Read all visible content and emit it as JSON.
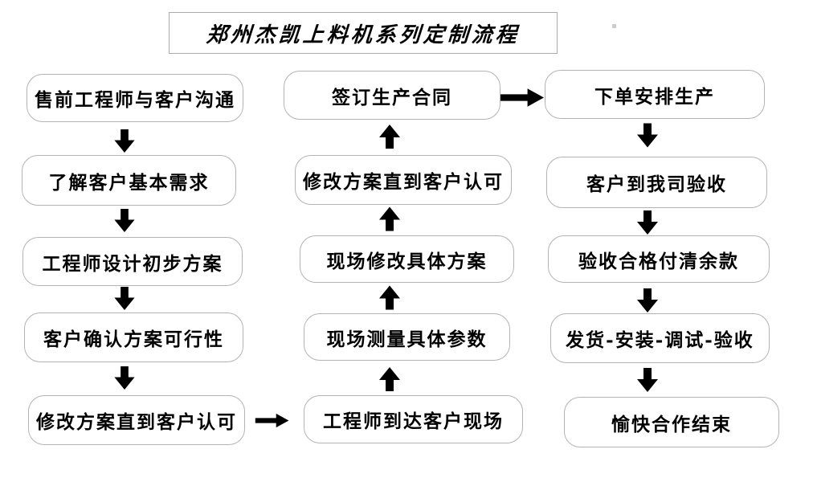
{
  "title": "郑州杰凯上料机系列定制流程",
  "nodes": {
    "left": [
      "售前工程师与客户沟通",
      "了解客户基本需求",
      "工程师设计初步方案",
      "客户确认方案可行性",
      "修改方案直到客户认可"
    ],
    "middle": [
      "签订生产合同",
      "修改方案直到客户认可",
      "现场修改具体方案",
      "现场测量具体参数",
      "工程师到达客户现场"
    ],
    "right": [
      "下单安排生产",
      "客户到我司验收",
      "验收合格付清余款",
      "发货-安装-调试-验收",
      "愉快合作结束"
    ]
  },
  "arrows": {
    "left_column_direction": "down",
    "middle_column_direction": "up",
    "right_column_direction": "down",
    "left_bottom_to_middle_bottom": "right",
    "middle_top_to_right_top": "right"
  },
  "icons": {
    "down_arrow": "⇩",
    "up_arrow": "⇧",
    "right_arrow": "⇨"
  },
  "colors": {
    "background": "#ffffff",
    "box_border": "#b3b3b3",
    "title_border": "#ababab",
    "text": "#000000",
    "arrow_outline": "#000000",
    "arrow_fill": "#ffffff"
  }
}
